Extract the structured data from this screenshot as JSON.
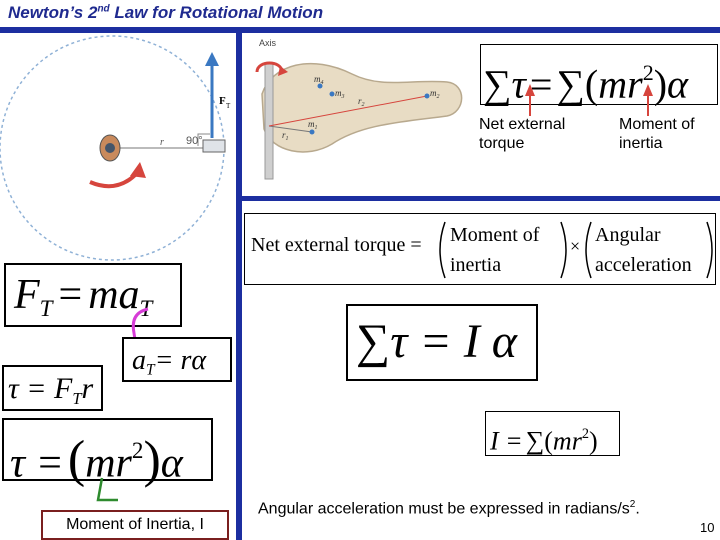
{
  "title": {
    "text": "Newton’s 2",
    "sup": "nd",
    "rest": " Law for Rotational Motion"
  },
  "figure_left": {
    "force_label": "F",
    "force_sub": "T",
    "angle": "90°",
    "radius": "r"
  },
  "figure_axis": {
    "axis_label": "Axis",
    "m1": "m",
    "m1_sub": "1",
    "m2": "m",
    "m2_sub": "2",
    "m3": "m",
    "m3_sub": "3",
    "m4": "m",
    "m4_sub": "4",
    "r1": "r",
    "r1_sub": "1",
    "r2": "r",
    "r2_sub": "2"
  },
  "eq_sum_torque": {
    "sigma": "∑",
    "tau": "τ",
    "eq": "=",
    "sigma2": "∑",
    "m": "mr",
    "exp": "2",
    "alpha": "α"
  },
  "captions": {
    "net_external": "Net external torque",
    "moment": "Moment of inertia"
  },
  "eq_word": {
    "left": "Net external torque =",
    "m1": "Moment of",
    "m2": "inertia",
    "times": "×",
    "a1": "Angular",
    "a2": "acceleration"
  },
  "eq_newton": {
    "F": "F",
    "F_sub": "T",
    "eq": "=",
    "ma": "ma",
    "ma_sub": "T"
  },
  "eq_at": {
    "a": "a",
    "a_sub": "T",
    "rest": "= rα"
  },
  "eq_tau_fr": {
    "tau": "τ = F",
    "sub": "T",
    "r": "r"
  },
  "eq_tau_mr": {
    "tau": "τ =",
    "m": "mr",
    "exp": "2",
    "alpha": "α"
  },
  "eq_I": {
    "sigma": "∑",
    "rest": "τ = I α"
  },
  "eq_I_def": {
    "I": "I =",
    "sigma": "∑",
    "m": "mr",
    "exp": "2"
  },
  "moment_label": "Moment of Inertia, I",
  "note": {
    "text": "Angular acceleration must be expressed in radians/s",
    "sup": "2",
    "end": "."
  },
  "page_number": "10"
}
